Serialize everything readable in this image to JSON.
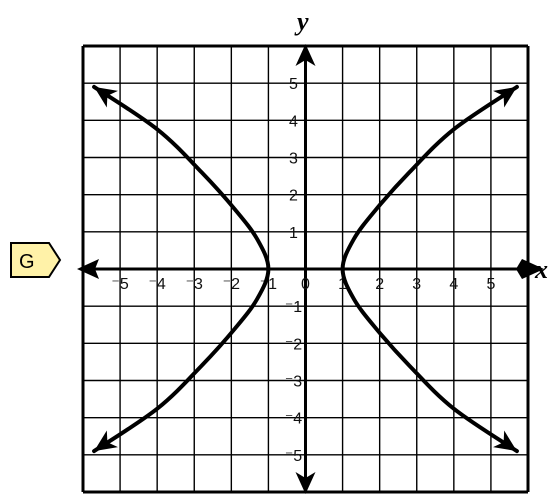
{
  "badge": {
    "label": "G",
    "color": "#fff2a8"
  },
  "chart_data": {
    "type": "line",
    "title": "",
    "xlabel": "x",
    "ylabel": "y",
    "xlim": [
      -6,
      6
    ],
    "ylim": [
      -6,
      6
    ],
    "grid": true,
    "x_ticks": [
      -5,
      -4,
      -3,
      -2,
      -1,
      0,
      1,
      2,
      3,
      4,
      5
    ],
    "y_ticks": [
      -5,
      -4,
      -3,
      -2,
      -1,
      1,
      2,
      3,
      4,
      5
    ],
    "x_tick_labels": [
      "⁻5",
      "⁻4",
      "⁻3",
      "⁻2",
      "⁻1",
      "0",
      "1",
      "2",
      "3",
      "4",
      "5"
    ],
    "y_tick_labels": [
      "⁻5",
      "⁻4",
      "⁻3",
      "⁻2",
      "⁻1",
      "1",
      "2",
      "3",
      "4",
      "5"
    ],
    "series": [
      {
        "branch": "left",
        "x": [
          -5.7,
          -4.0,
          -2.8,
          -1.9,
          -1.3,
          -1.0,
          -1.3,
          -1.9,
          -2.8,
          -4.0,
          -5.7
        ],
        "y": [
          4.9,
          3.76,
          2.6,
          1.6,
          0.8,
          0.0,
          -0.8,
          -1.6,
          -2.6,
          -3.76,
          -4.9
        ]
      },
      {
        "branch": "right",
        "x": [
          5.7,
          4.0,
          2.8,
          1.9,
          1.3,
          1.0,
          1.3,
          1.9,
          2.8,
          4.0,
          5.7
        ],
        "y": [
          4.9,
          3.76,
          2.6,
          1.6,
          0.8,
          0.0,
          -0.8,
          -1.6,
          -2.6,
          -3.76,
          -4.9
        ]
      }
    ],
    "curve_color": "#000000"
  }
}
